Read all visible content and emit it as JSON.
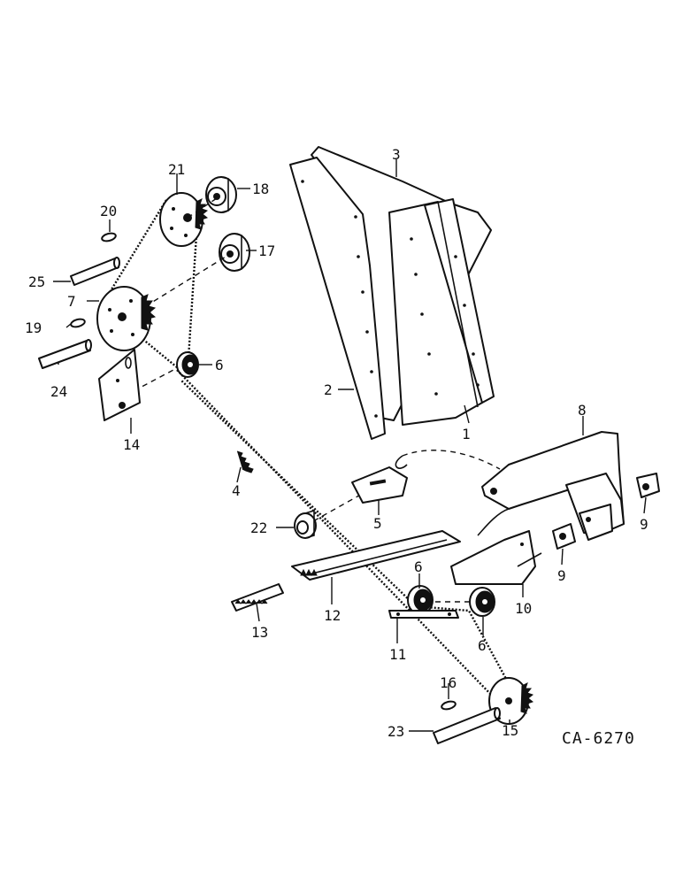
{
  "diagram": {
    "drawing_code": "CA-6270",
    "callouts": [
      {
        "id": "c1",
        "label": "1"
      },
      {
        "id": "c2",
        "label": "2"
      },
      {
        "id": "c3",
        "label": "3"
      },
      {
        "id": "c4",
        "label": "4"
      },
      {
        "id": "c5",
        "label": "5"
      },
      {
        "id": "c6a",
        "label": "6"
      },
      {
        "id": "c6b",
        "label": "6"
      },
      {
        "id": "c6c",
        "label": "6"
      },
      {
        "id": "c7",
        "label": "7"
      },
      {
        "id": "c8",
        "label": "8"
      },
      {
        "id": "c9a",
        "label": "9"
      },
      {
        "id": "c9b",
        "label": "9"
      },
      {
        "id": "c10",
        "label": "10"
      },
      {
        "id": "c11",
        "label": "11"
      },
      {
        "id": "c12",
        "label": "12"
      },
      {
        "id": "c13",
        "label": "13"
      },
      {
        "id": "c14",
        "label": "14"
      },
      {
        "id": "c15",
        "label": "15"
      },
      {
        "id": "c16",
        "label": "16"
      },
      {
        "id": "c17",
        "label": "17"
      },
      {
        "id": "c18",
        "label": "18"
      },
      {
        "id": "c19",
        "label": "19"
      },
      {
        "id": "c20",
        "label": "20"
      },
      {
        "id": "c21",
        "label": "21"
      },
      {
        "id": "c22",
        "label": "22"
      },
      {
        "id": "c23",
        "label": "23"
      },
      {
        "id": "c24",
        "label": "24"
      },
      {
        "id": "c25",
        "label": "25"
      }
    ]
  }
}
